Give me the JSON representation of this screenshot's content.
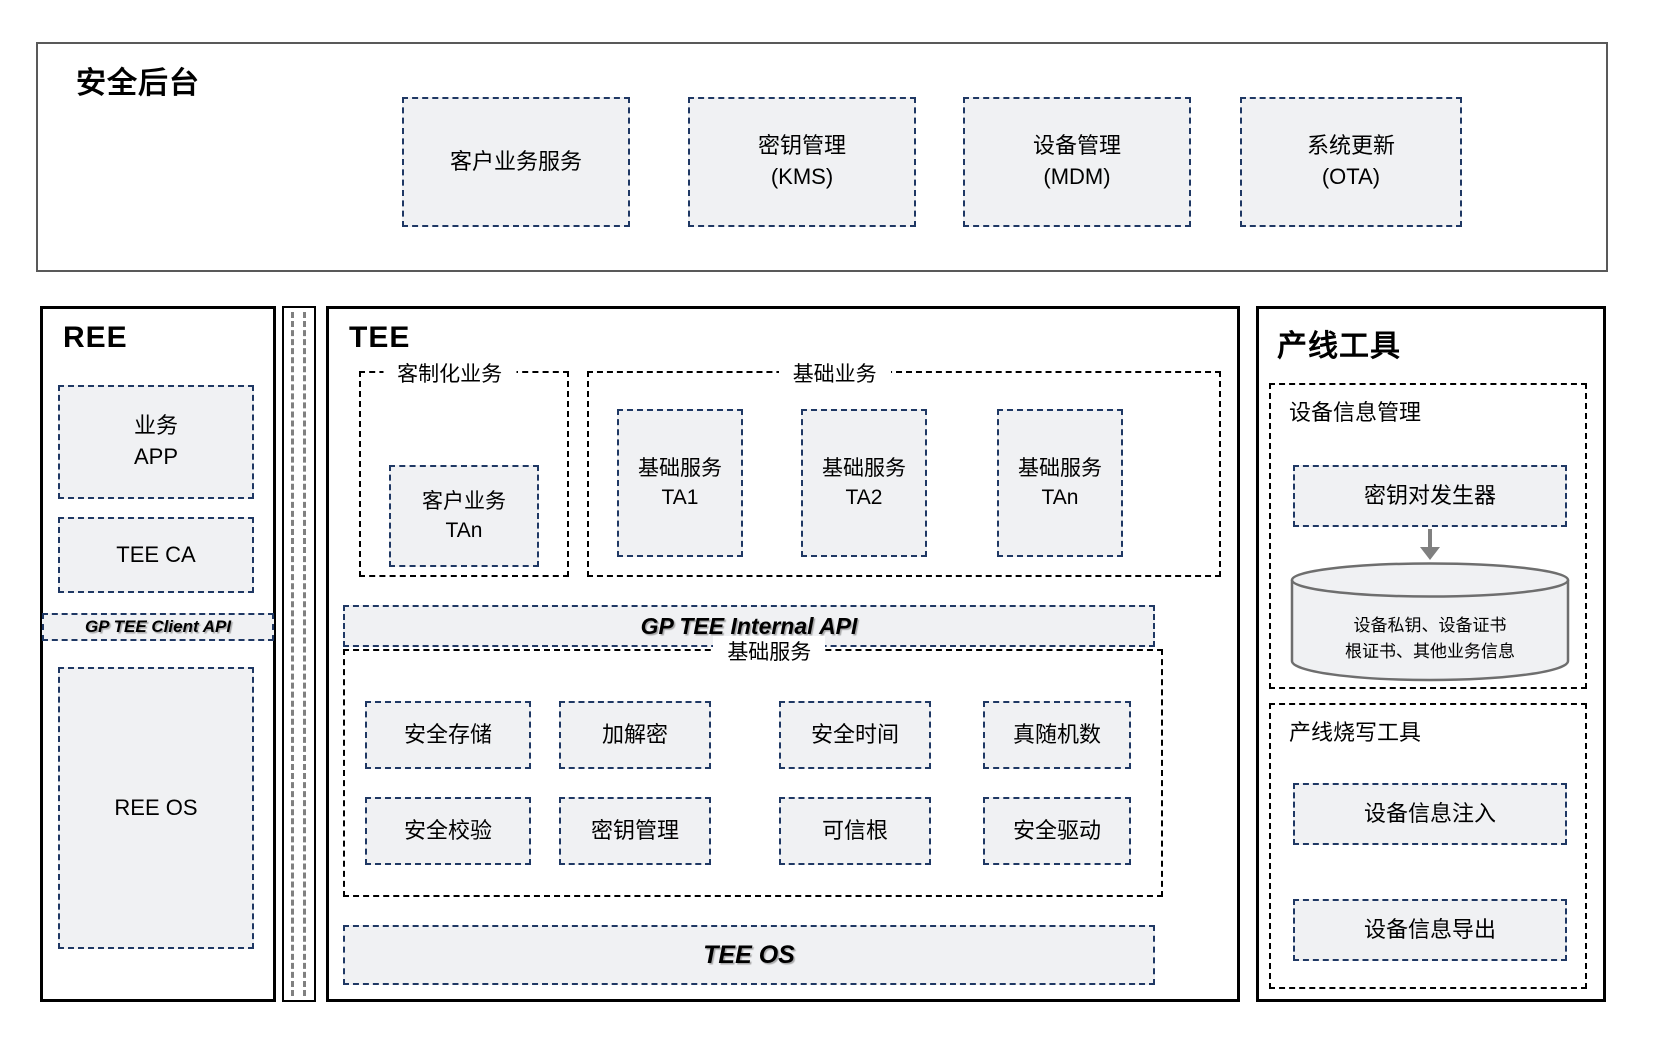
{
  "colors": {
    "accent_border": "#1f3864",
    "box_fill": "#f0f1f3",
    "group_border": "#000000",
    "container_border": "#000000",
    "backend_border": "#595959",
    "separator_dash": "#808080",
    "arrow": "#808080"
  },
  "backend": {
    "title": "安全后台",
    "services": [
      "客户业务服务",
      "密钥管理\n(KMS)",
      "设备管理\n(MDM)",
      "系统更新\n(OTA)"
    ]
  },
  "ree": {
    "title": "REE",
    "app": "业务\nAPP",
    "tee_ca": "TEE CA",
    "client_api": "GP TEE Client API",
    "os": "REE OS"
  },
  "tee": {
    "title": "TEE",
    "custom_group_label": "客制化业务",
    "custom_ta": "客户业务\nTAn",
    "basic_group_label": "基础业务",
    "basic_tas": [
      "基础服务\nTA1",
      "基础服务\nTA2",
      "基础服务\nTAn"
    ],
    "internal_api": "GP TEE Internal API",
    "services_group_label": "基础服务",
    "services_row1": [
      "安全存储",
      "加解密",
      "安全时间",
      "真随机数"
    ],
    "services_row2": [
      "安全校验",
      "密钥管理",
      "可信根",
      "安全驱动"
    ],
    "os": "TEE OS"
  },
  "production": {
    "title": "产线工具",
    "info_group_label": "设备信息管理",
    "key_generator": "密钥对发生器",
    "storage": "设备私钥、设备证书\n根证书、其他业务信息",
    "burn_group_label": "产线烧写工具",
    "inject": "设备信息注入",
    "export": "设备信息导出"
  }
}
